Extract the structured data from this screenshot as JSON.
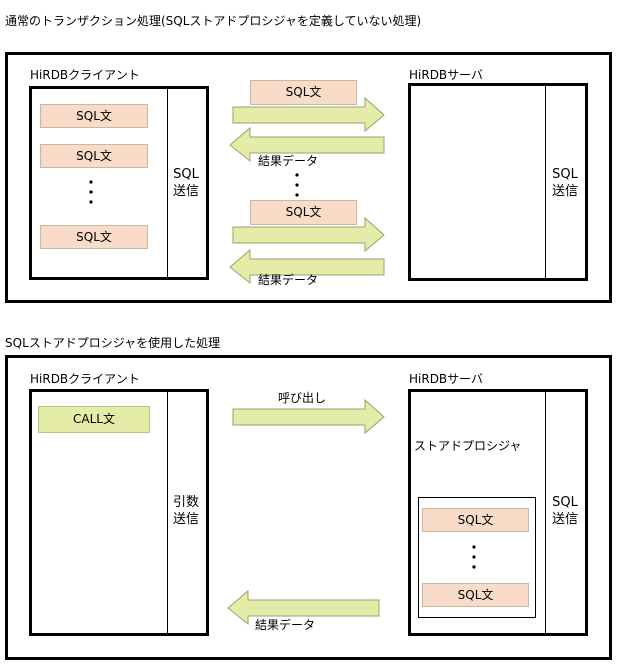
{
  "section1": {
    "title": "通常のトランザクション処理(SQLストアドプロシジャを定義していない処理)",
    "client_label": "HiRDBクライアント",
    "server_label": "HiRDBサーバ",
    "client_sql_items": [
      "SQL文",
      "SQL文",
      "SQL文"
    ],
    "client_dots": "⋮",
    "send_label_line1": "SQL",
    "send_label_line2": "送信",
    "server_send_line1": "SQL",
    "server_send_line2": "送信",
    "arrow_sql_label_1": "SQL文",
    "arrow_result_label_1": "結果データ",
    "middle_dots": "⋮",
    "arrow_sql_label_2": "SQL文",
    "arrow_result_label_2": "結果データ"
  },
  "section2": {
    "title": "SQLストアドプロシジャを使用した処理",
    "client_label": "HiRDBクライアント",
    "server_label": "HiRDBサーバ",
    "call_label": "CALL文",
    "arg_label_line1": "引数",
    "arg_label_line2": "送信",
    "call_arrow_label": "呼び出し",
    "stored_proc_label": "ストアドプロシジャ",
    "proc_sql_items": [
      "SQL文",
      "SQL文"
    ],
    "proc_dots": "⋮",
    "server_send_line1": "SQL",
    "server_send_line2": "送信",
    "result_label": "結果データ"
  },
  "colors": {
    "sql_box_fill": "#f8dcc8",
    "call_box_fill": "#e5eca8",
    "arrow_fill": "#e5eca8",
    "border": "#000000"
  }
}
